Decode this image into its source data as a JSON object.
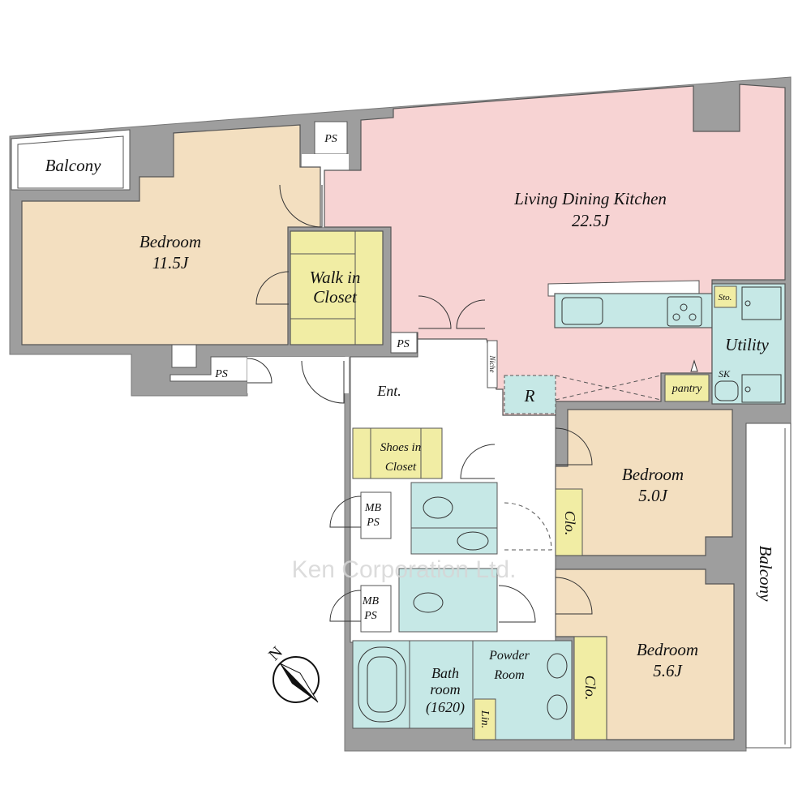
{
  "watermark": "Ken Corporation Ltd.",
  "compass": {
    "label": "N"
  },
  "colors": {
    "wall": "#9e9e9e",
    "bedroom": "#f3dfc0",
    "ldk": "#f7d3d3",
    "closet": "#f1eda4",
    "wet": "#c6e8e6"
  },
  "rooms": {
    "balcony_nw": "Balcony",
    "bedroom1": {
      "name": "Bedroom",
      "size": "11.5J"
    },
    "wic": {
      "line1": "Walk in",
      "line2": "Closet"
    },
    "ldk": {
      "name": "Living Dining Kitchen",
      "size": "22.5J"
    },
    "ps_top": "PS",
    "ps_mid": "PS",
    "ps_bottom": "PS",
    "utility": "Utility",
    "sto": "Sto.",
    "sk": "SK",
    "pantry": "pantry",
    "refrigerator": "R",
    "niche": "Niche",
    "entrance": "Ent.",
    "shoes": {
      "line1": "Shoes in",
      "line2": "Closet"
    },
    "mbps1": {
      "line1": "MB",
      "line2": "PS"
    },
    "mbps2": {
      "line1": "MB",
      "line2": "PS"
    },
    "bedroom2": {
      "name": "Bedroom",
      "size": "5.0J"
    },
    "clo1": "Clo.",
    "bedroom3": {
      "name": "Bedroom",
      "size": "5.6J"
    },
    "clo2": "Clo.",
    "balcony_e": "Balcony",
    "bath": {
      "line1": "Bath",
      "line2": "room",
      "line3": "(1620)"
    },
    "powder": {
      "line1": "Powder",
      "line2": "Room"
    },
    "linen": "Lin."
  }
}
